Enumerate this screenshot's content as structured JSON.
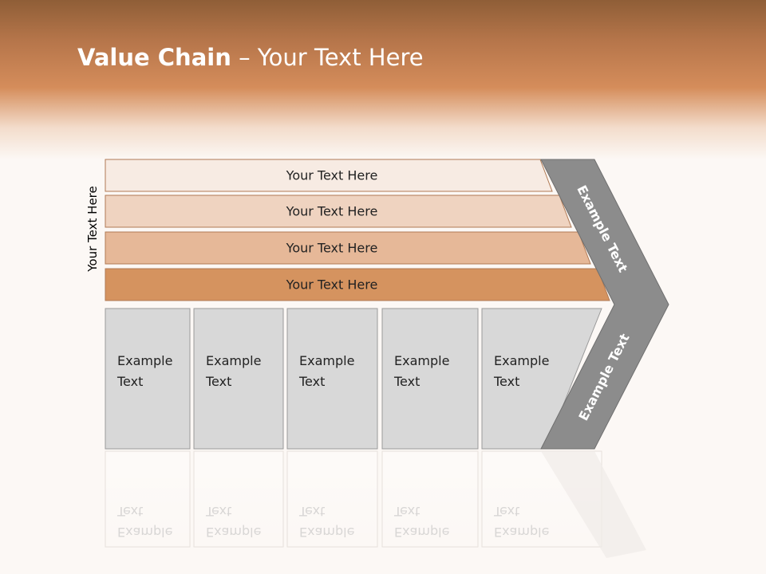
{
  "slide": {
    "title_bold": "Value Chain",
    "title_rest": " – Your Text Here",
    "side_label": "Your Text Here"
  },
  "bars": [
    {
      "label": "Your Text Here",
      "color": "#f7ebe3"
    },
    {
      "label": "Your Text Here",
      "color": "#efd3c0"
    },
    {
      "label": "Your Text Here",
      "color": "#e6b898"
    },
    {
      "label": "Your Text Here",
      "color": "#d5935f"
    }
  ],
  "boxes": [
    {
      "line1": "Example",
      "line2": "Text"
    },
    {
      "line1": "Example",
      "line2": "Text"
    },
    {
      "line1": "Example",
      "line2": "Text"
    },
    {
      "line1": "Example",
      "line2": "Text"
    },
    {
      "line1": "Example",
      "line2": "Text"
    }
  ],
  "chevron": {
    "upper_label": "Example Text",
    "lower_label": "Example Text",
    "color": "#8c8c8c"
  },
  "colors": {
    "box_fill": "#d8d8d8",
    "box_stroke": "#9a9a9a",
    "header_top": "#8f5e37",
    "header_mid": "#d58d5b"
  }
}
